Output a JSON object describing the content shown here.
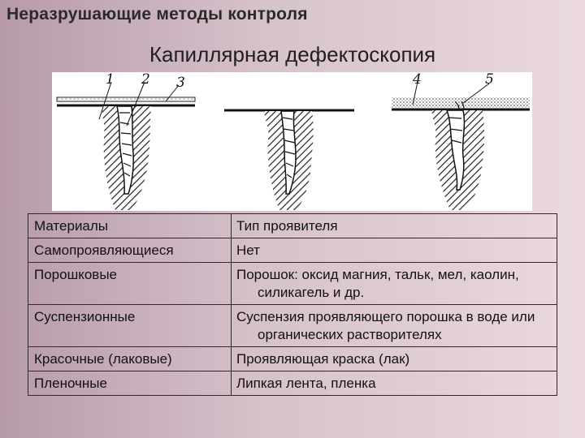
{
  "slide": {
    "title": "Неразрушающие методы контроля",
    "subtitle": "Капиллярная дефектоскопия"
  },
  "figure": {
    "labels": [
      "1",
      "2",
      "3",
      "4",
      "5"
    ]
  },
  "table": {
    "rows": [
      {
        "material": "Материалы",
        "developer": "Тип проявителя"
      },
      {
        "material": "Самопроявляющиеся",
        "developer": "Нет"
      },
      {
        "material": "Порошковые",
        "developer": "Порошок: оксид магния, тальк, мел, каолин, силикагель и др."
      },
      {
        "material": "Суспензионные",
        "developer": "Суспензия проявляющего порошка в воде или органических растворителях"
      },
      {
        "material": "Красочные (лаковые)",
        "developer": "Проявляющая краска (лак)"
      },
      {
        "material": "Пленочные",
        "developer": "Липкая лента, пленка"
      }
    ]
  }
}
